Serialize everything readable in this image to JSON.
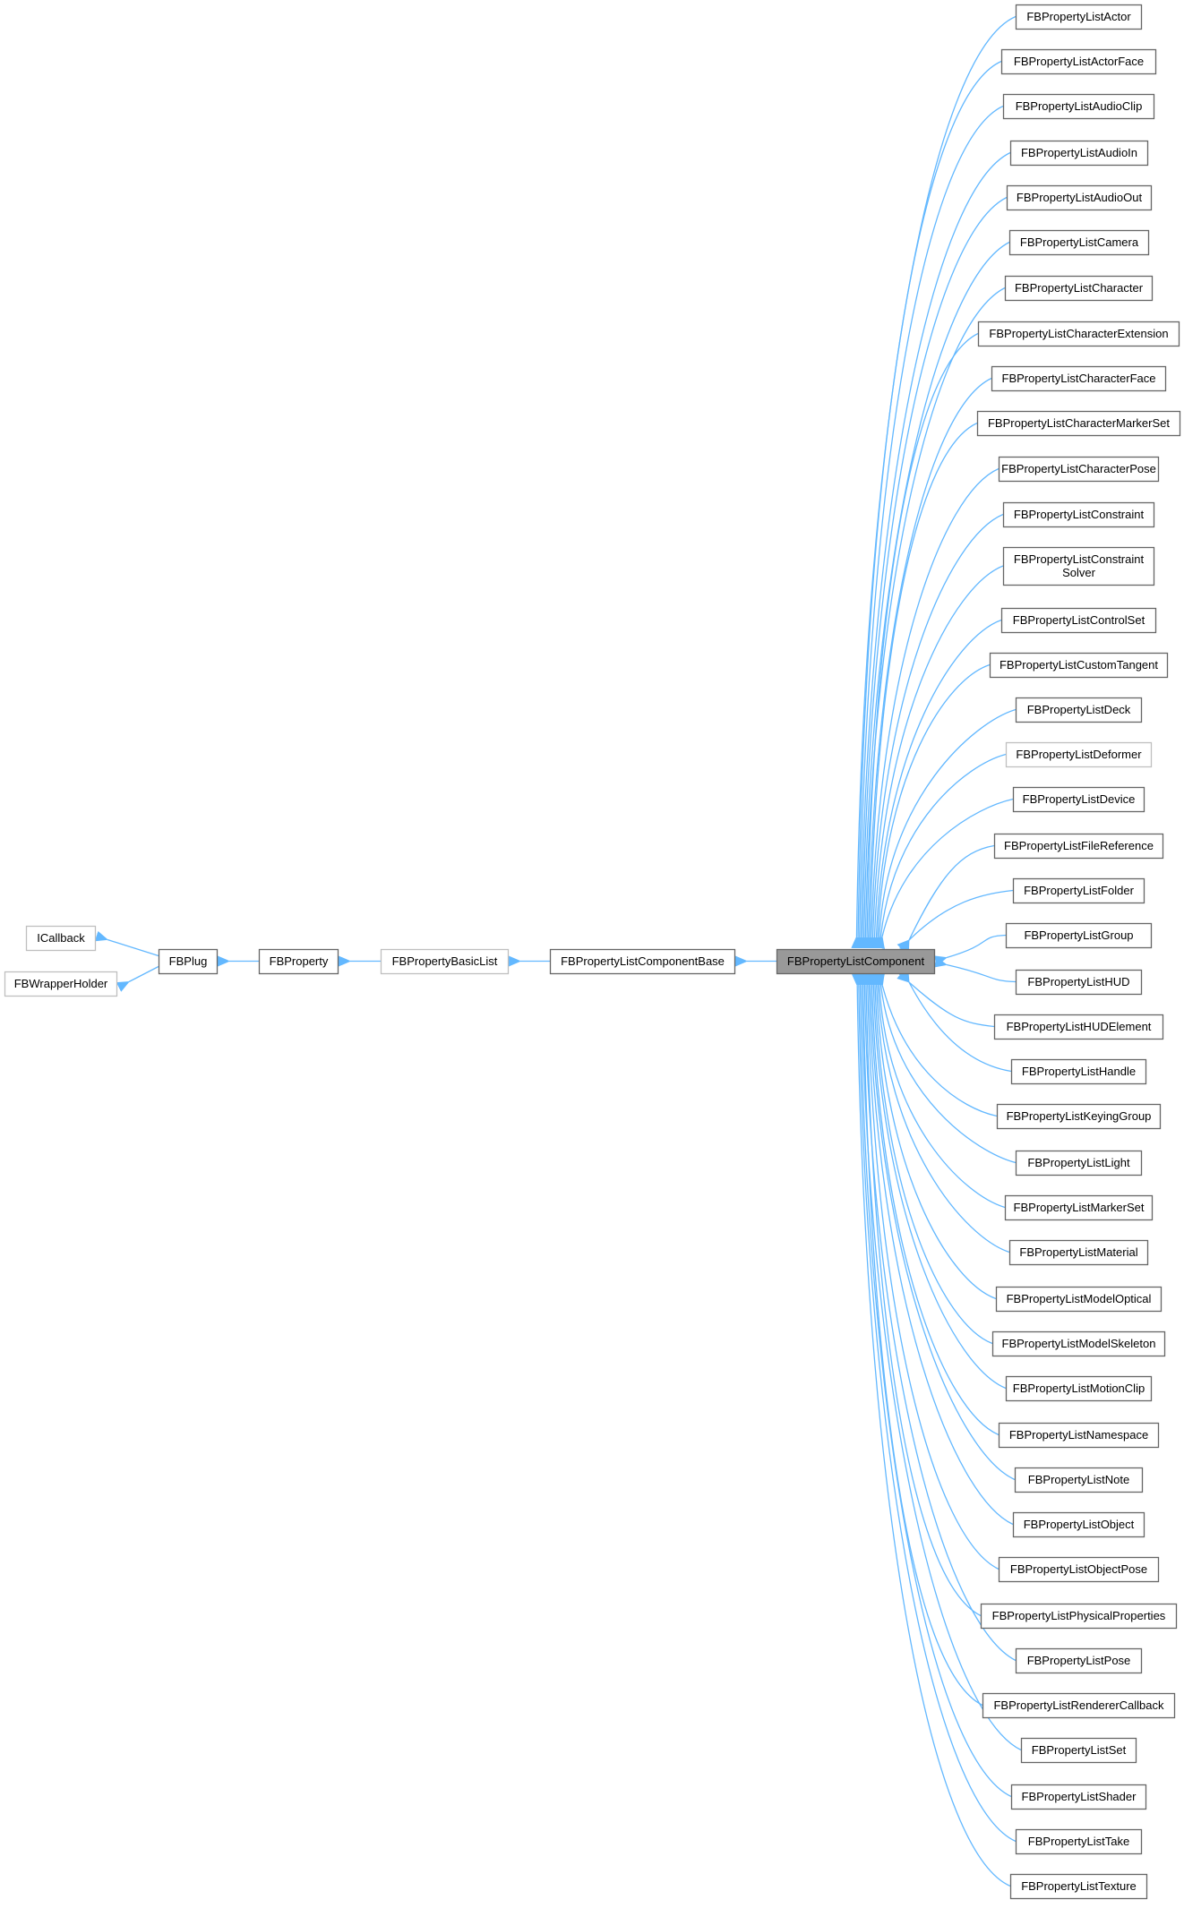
{
  "diagram": {
    "title": "Inheritance diagram for FBPropertyListComponent",
    "edge_color": "#63b8ff",
    "focus_node": {
      "label": "FBPropertyListComponent",
      "fill": "#999999",
      "border": "#666666"
    },
    "ancestors": [
      {
        "id": "icallback",
        "label": "ICallback",
        "style": "external"
      },
      {
        "id": "fbwrapperholder",
        "label": "FBWrapperHolder",
        "style": "external"
      },
      {
        "id": "fbplug",
        "label": "FBPlug",
        "style": "linked"
      },
      {
        "id": "fbproperty",
        "label": "FBProperty",
        "style": "linked"
      },
      {
        "id": "fbpropertybasiclist",
        "label": "FBPropertyBasicList",
        "style": "external"
      },
      {
        "id": "fbpropertylistcomponentbase",
        "label": "FBPropertyListComponentBase",
        "style": "linked"
      }
    ],
    "ancestor_edges": [
      {
        "from": "fbplug",
        "to": "icallback"
      },
      {
        "from": "fbplug",
        "to": "fbwrapperholder"
      },
      {
        "from": "fbproperty",
        "to": "fbplug"
      },
      {
        "from": "fbpropertybasiclist",
        "to": "fbproperty"
      },
      {
        "from": "fbpropertylistcomponentbase",
        "to": "fbpropertybasiclist"
      },
      {
        "from": "focus",
        "to": "fbpropertylistcomponentbase"
      }
    ],
    "children": [
      {
        "label": "FBPropertyListActor",
        "style": "linked"
      },
      {
        "label": "FBPropertyListActorFace",
        "style": "linked"
      },
      {
        "label": "FBPropertyListAudioClip",
        "style": "linked"
      },
      {
        "label": "FBPropertyListAudioIn",
        "style": "linked"
      },
      {
        "label": "FBPropertyListAudioOut",
        "style": "linked"
      },
      {
        "label": "FBPropertyListCamera",
        "style": "linked"
      },
      {
        "label": "FBPropertyListCharacter",
        "style": "linked"
      },
      {
        "label": "FBPropertyListCharacterExtension",
        "style": "linked"
      },
      {
        "label": "FBPropertyListCharacterFace",
        "style": "linked"
      },
      {
        "label": "FBPropertyListCharacterMarkerSet",
        "style": "linked"
      },
      {
        "label": "FBPropertyListCharacterPose",
        "style": "linked"
      },
      {
        "label": "FBPropertyListConstraint",
        "style": "linked"
      },
      {
        "label": "FBPropertyListConstraint\nSolver",
        "style": "linked"
      },
      {
        "label": "FBPropertyListControlSet",
        "style": "linked"
      },
      {
        "label": "FBPropertyListCustomTangent",
        "style": "linked"
      },
      {
        "label": "FBPropertyListDeck",
        "style": "linked"
      },
      {
        "label": "FBPropertyListDeformer",
        "style": "external"
      },
      {
        "label": "FBPropertyListDevice",
        "style": "linked"
      },
      {
        "label": "FBPropertyListFileReference",
        "style": "linked"
      },
      {
        "label": "FBPropertyListFolder",
        "style": "linked"
      },
      {
        "label": "FBPropertyListGroup",
        "style": "linked"
      },
      {
        "label": "FBPropertyListHUD",
        "style": "linked"
      },
      {
        "label": "FBPropertyListHUDElement",
        "style": "linked"
      },
      {
        "label": "FBPropertyListHandle",
        "style": "linked"
      },
      {
        "label": "FBPropertyListKeyingGroup",
        "style": "linked"
      },
      {
        "label": "FBPropertyListLight",
        "style": "linked"
      },
      {
        "label": "FBPropertyListMarkerSet",
        "style": "linked"
      },
      {
        "label": "FBPropertyListMaterial",
        "style": "linked"
      },
      {
        "label": "FBPropertyListModelOptical",
        "style": "linked"
      },
      {
        "label": "FBPropertyListModelSkeleton",
        "style": "linked"
      },
      {
        "label": "FBPropertyListMotionClip",
        "style": "linked"
      },
      {
        "label": "FBPropertyListNamespace",
        "style": "linked"
      },
      {
        "label": "FBPropertyListNote",
        "style": "linked"
      },
      {
        "label": "FBPropertyListObject",
        "style": "linked"
      },
      {
        "label": "FBPropertyListObjectPose",
        "style": "linked"
      },
      {
        "label": "FBPropertyListPhysicalProperties",
        "style": "linked"
      },
      {
        "label": "FBPropertyListPose",
        "style": "linked"
      },
      {
        "label": "FBPropertyListRendererCallback",
        "style": "linked"
      },
      {
        "label": "FBPropertyListSet",
        "style": "linked"
      },
      {
        "label": "FBPropertyListShader",
        "style": "linked"
      },
      {
        "label": "FBPropertyListTake",
        "style": "linked"
      },
      {
        "label": "FBPropertyListTexture",
        "style": "linked"
      }
    ]
  }
}
